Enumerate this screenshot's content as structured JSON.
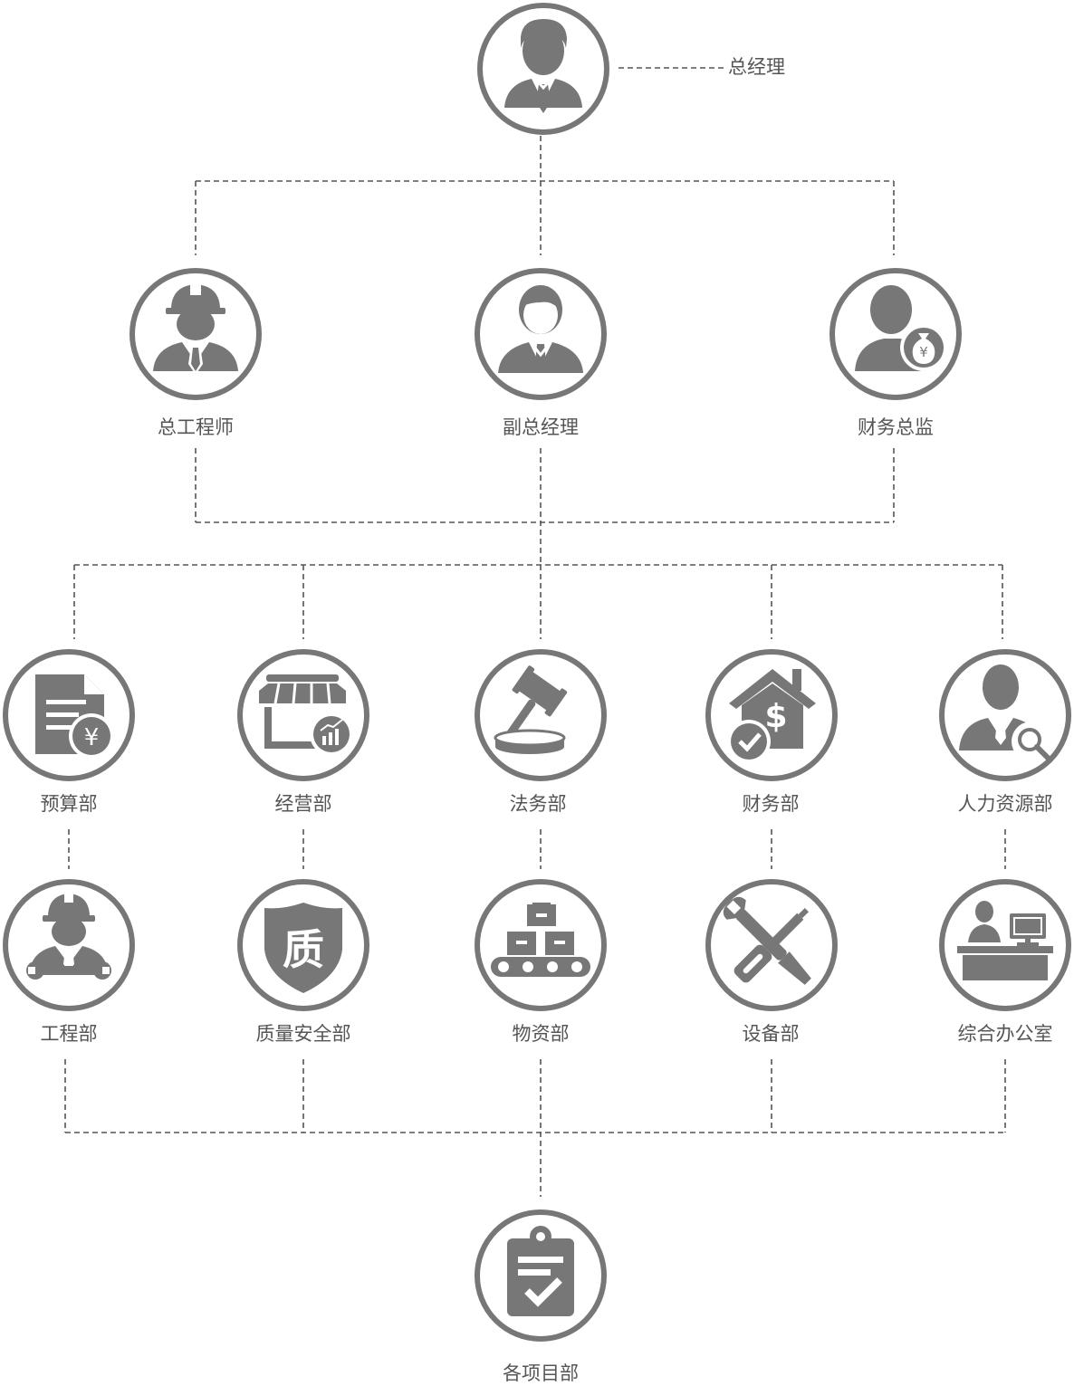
{
  "colors": {
    "icon": "#777777",
    "ring": "#777777",
    "line": "#555555",
    "text": "#555555",
    "background": "#ffffff"
  },
  "nodes": {
    "ceo": {
      "label": "总经理",
      "icon": "businessman-icon"
    },
    "chief_eng": {
      "label": "总工程师",
      "icon": "engineer-icon"
    },
    "deputy": {
      "label": "副总经理",
      "icon": "manager-icon"
    },
    "cfo": {
      "label": "财务总监",
      "icon": "money-bag-person-icon"
    },
    "budget": {
      "label": "预算部",
      "icon": "document-yuan-icon"
    },
    "business": {
      "label": "经营部",
      "icon": "store-chart-icon"
    },
    "legal": {
      "label": "法务部",
      "icon": "gavel-icon"
    },
    "finance": {
      "label": "财务部",
      "icon": "house-dollar-icon"
    },
    "hr": {
      "label": "人力资源部",
      "icon": "person-search-icon"
    },
    "engineering": {
      "label": "工程部",
      "icon": "worker-wrench-icon"
    },
    "quality": {
      "label": "质量安全部",
      "icon": "shield-icon",
      "glyph": "质"
    },
    "materials": {
      "label": "物资部",
      "icon": "conveyor-boxes-icon"
    },
    "equipment": {
      "label": "设备部",
      "icon": "tools-icon"
    },
    "office": {
      "label": "综合办公室",
      "icon": "reception-desk-icon"
    },
    "projects": {
      "label": "各项目部",
      "icon": "clipboard-check-icon"
    }
  }
}
